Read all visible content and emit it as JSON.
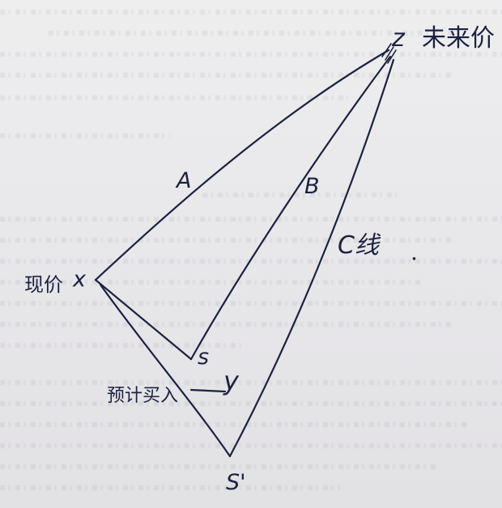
{
  "labels": {
    "point_z": "z",
    "point_z_note": "未来价",
    "point_x": "x",
    "point_x_note": "现价",
    "point_s": "s",
    "point_s_prime": "S'",
    "point_y": "y",
    "point_y_note": "预计买入",
    "line_a": "A",
    "line_b": "B",
    "line_c": "C线",
    "dot": "."
  },
  "colors": {
    "ink": "#1b2240",
    "paper": "#eeeeef"
  }
}
